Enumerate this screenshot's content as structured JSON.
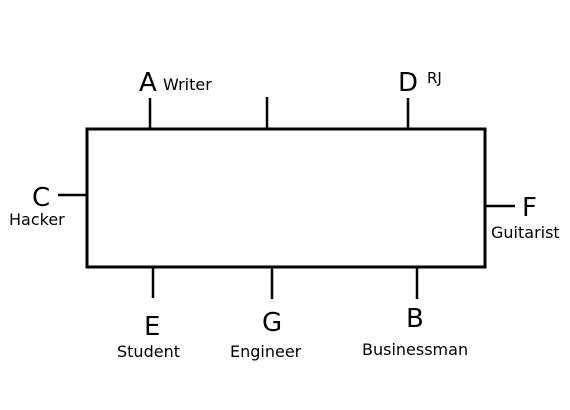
{
  "diagram": {
    "seats": [
      {
        "id": "A",
        "letter": "A",
        "role": "Writer"
      },
      {
        "id": "D",
        "letter": "D",
        "role": "RJ"
      },
      {
        "id": "C",
        "letter": "C",
        "role": "Hacker"
      },
      {
        "id": "F",
        "letter": "F",
        "role": "Guitarist"
      },
      {
        "id": "E",
        "letter": "E",
        "role": "Student"
      },
      {
        "id": "G",
        "letter": "G",
        "role": "Engineer"
      },
      {
        "id": "B",
        "letter": "B",
        "role": "Businessman"
      }
    ]
  }
}
